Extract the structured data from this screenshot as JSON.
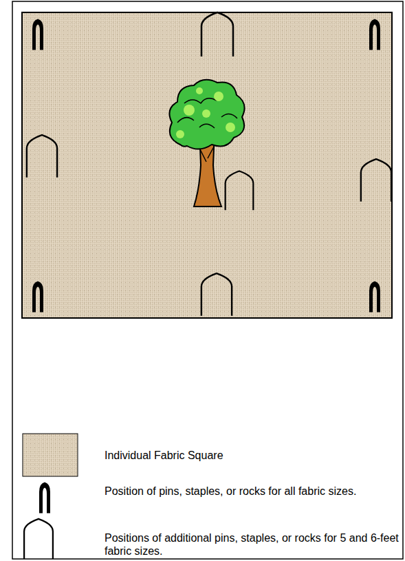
{
  "diagram": {
    "legend": [
      {
        "text": "Individual Fabric Square"
      },
      {
        "text": "Position of pins, staples, or rocks for all fabric sizes."
      },
      {
        "text": "Positions of additional pins, staples, or rocks for 5 and 6-feet fabric sizes."
      }
    ]
  }
}
